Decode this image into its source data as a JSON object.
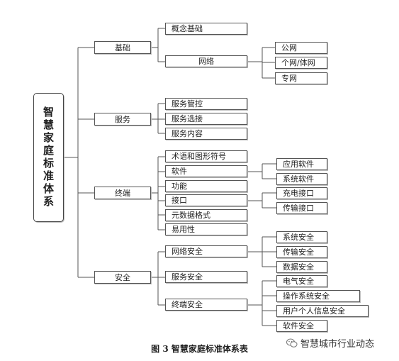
{
  "diagram": {
    "root": "智慧家庭标准体系",
    "branches": {
      "basic": "基础",
      "service": "服务",
      "terminal": "终端",
      "security": "安全"
    },
    "basic_items": {
      "concept": "概念基础",
      "network": "网络",
      "public_net": "公网",
      "personal_net": "个网/体网",
      "private_net": "专网"
    },
    "service_items": {
      "manage": "服务管控",
      "select": "服务选接",
      "content": "服务内容"
    },
    "terminal_items": {
      "terms": "术语和图形符号",
      "software": "软件",
      "app_software": "应用软件",
      "system_software": "系统软件",
      "function": "功能",
      "interface": "接口",
      "charging_interface": "充电接口",
      "transfer_interface": "传输接口",
      "metadata_format": "元数据格式",
      "usability": "易用性"
    },
    "security_items": {
      "network_security": "网络安全",
      "system_security": "系统安全",
      "transmission_security": "传输安全",
      "data_security": "数据安全",
      "service_security": "服务安全",
      "terminal_security": "终端安全",
      "electrical_security": "电气安全",
      "os_security": "操作系统安全",
      "personal_info_security": "用户个人信息安全",
      "software_security": "软件安全"
    }
  },
  "caption": "图 3  智慧家庭标准体系表",
  "watermark": "智慧城市行业动态"
}
